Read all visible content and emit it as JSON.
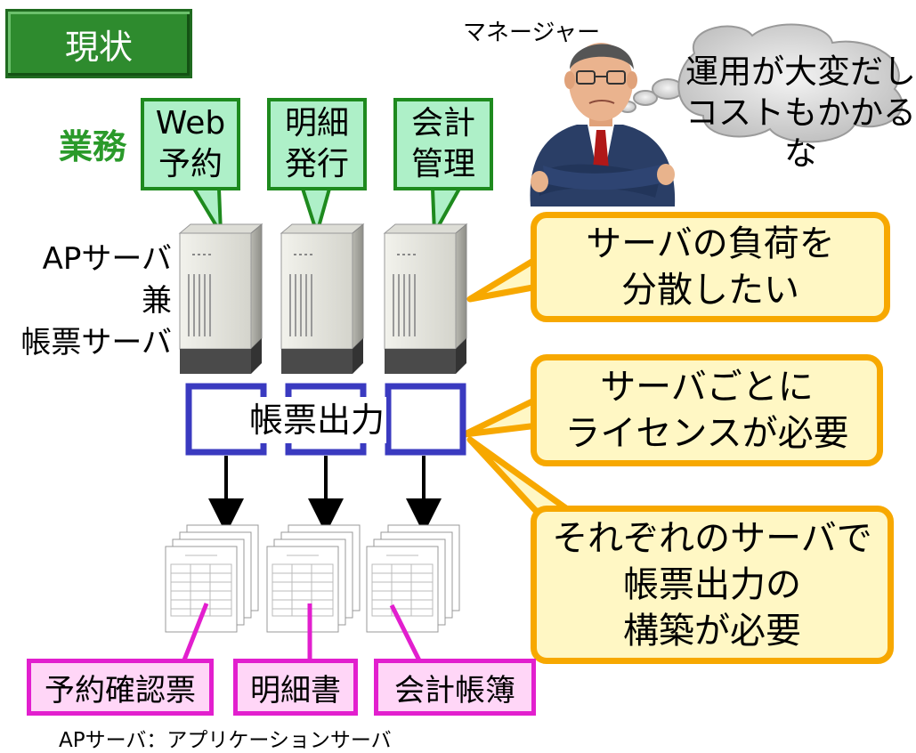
{
  "title": "現状",
  "business_label": "業務",
  "business_items": [
    {
      "lines": [
        "Web",
        "予約"
      ]
    },
    {
      "lines": [
        "明細",
        "発行"
      ]
    },
    {
      "lines": [
        "会計",
        "管理"
      ]
    }
  ],
  "server_label_lines": [
    "APサーバ",
    "兼",
    "帳票サーバ"
  ],
  "output_label": "帳票出力",
  "manager": {
    "label": "マネージャー",
    "thought_lines": [
      "運用が大変だし",
      "コストもかかるな"
    ]
  },
  "issues": [
    {
      "lines": [
        "サーバの負荷を",
        "分散したい"
      ]
    },
    {
      "lines": [
        "サーバごとに",
        "ライセンスが必要"
      ]
    },
    {
      "lines": [
        "それぞれのサーバで",
        "帳票出力の",
        "構築が必要"
      ]
    }
  ],
  "documents": [
    "予約確認票",
    "明細書",
    "会計帳簿"
  ],
  "footnote": "APサーバ：アプリケーションサーバ",
  "colors": {
    "green_fill": "#aef0c8",
    "green_border": "#1e8a1e",
    "orange_border": "#f7a800",
    "orange_fill": "#fff7c4",
    "pink_border": "#e21fce",
    "pink_fill": "#ffd6f7",
    "blue_border": "#3a3ac0"
  },
  "icons": [
    "server-icon",
    "document-stack-icon",
    "manager-person-icon",
    "thought-cloud-icon"
  ]
}
